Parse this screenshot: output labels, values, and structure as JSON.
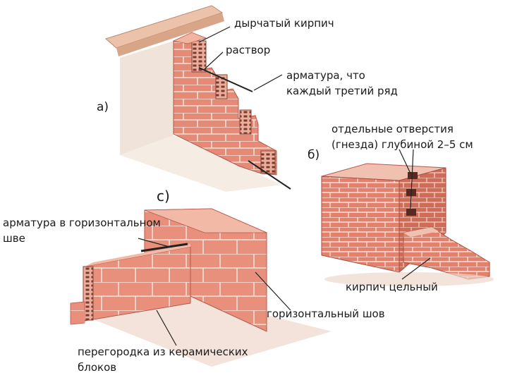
{
  "section_labels": {
    "a": "а)",
    "b": "б)",
    "c": "с)"
  },
  "labels": {
    "hollow_brick": "дырчатый кирпич",
    "mortar": "раствор",
    "reinforcement_line1": "арматура, что",
    "reinforcement_line2": "каждый третий ряд",
    "holes_line1": "отдельные отверстия",
    "holes_line2": "(гнезда) глубиной 2–5 см",
    "horiz_reinf_line1": "арматура в горизонтальном",
    "horiz_reinf_line2": "шве",
    "solid_brick": "кирпич цельный",
    "horizontal_joint": "горизонтальный шов",
    "partition_line1": "перегородка из керамических",
    "partition_line2": "блоков"
  },
  "colors": {
    "brick": "#e58a76",
    "brick_dark": "#c9624f",
    "brick_light": "#f2a895",
    "mortar": "#f3ded6",
    "wall_shade": "#efe3d8",
    "beam": "#ecc3aa",
    "leader": "#222222"
  }
}
